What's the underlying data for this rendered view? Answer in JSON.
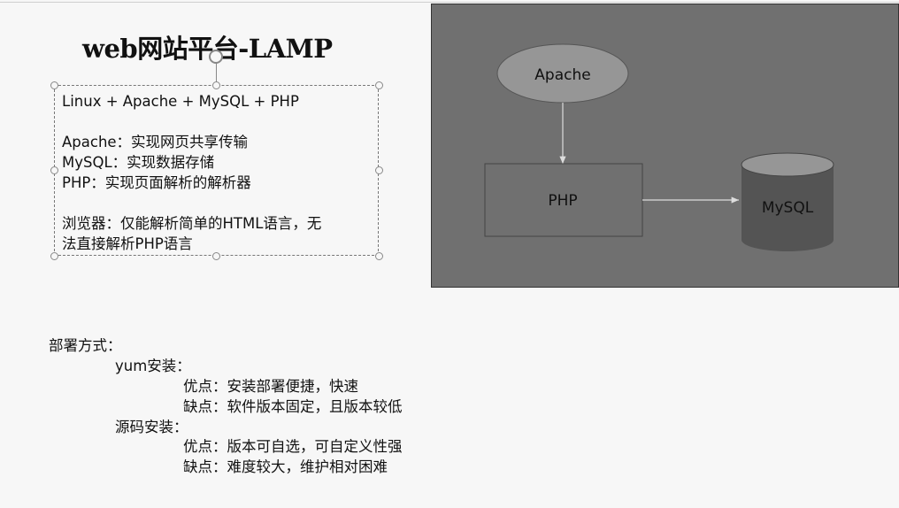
{
  "slide": {
    "title": "web网站平台-LAMP",
    "textbox": {
      "text": "Linux + Apache + MySQL + PHP\n\nApache：实现网页共享传输\nMySQL：实现数据存储\nPHP：实现页面解析的解析器\n\n浏览器：仅能解析简单的HTML语言，无\n法直接解析PHP语言"
    },
    "diagram": {
      "nodes": {
        "apache": "Apache",
        "php": "PHP",
        "mysql": "MySQL"
      },
      "colors": {
        "panel": "#707070",
        "ellipse": "#969696",
        "box": "#707070",
        "cyl_body": "#545454",
        "cyl_top": "#969696"
      }
    },
    "deploy": {
      "heading": "部署方式：",
      "methods": [
        {
          "name": "yum安装：",
          "pro": "优点：安装部署便捷，快速",
          "con": "缺点：软件版本固定，且版本较低"
        },
        {
          "name": "源码安装：",
          "pro": "优点：版本可自选，可自定义性强",
          "con": "缺点：难度较大，维护相对困难"
        }
      ]
    }
  }
}
